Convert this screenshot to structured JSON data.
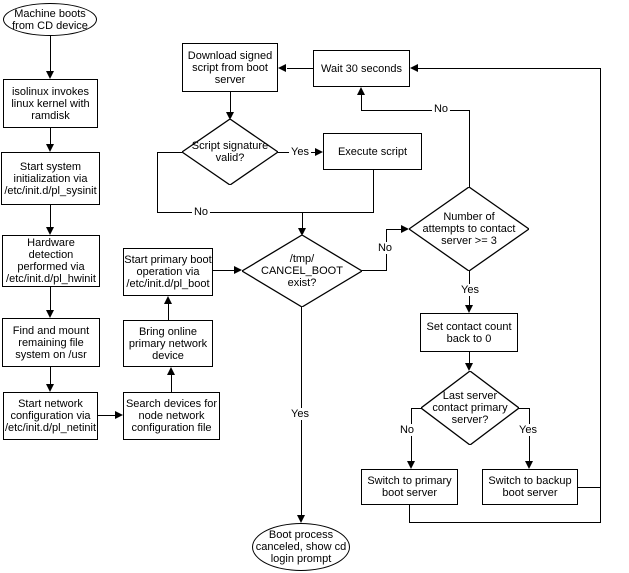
{
  "diagram": {
    "background_color": "#ffffff",
    "line_color": "#000000",
    "text_color": "#000000",
    "nodes": {
      "start": {
        "type": "terminator",
        "label": "Machine boots\nfrom CD device"
      },
      "isolinux": {
        "type": "process",
        "label": "isolinux invokes\nlinux kernel with\nramdisk"
      },
      "sysinit": {
        "type": "process",
        "label": "Start system\ninitialization via\n/etc/init.d/pl_sysinit"
      },
      "hwinit": {
        "type": "process",
        "label": "Hardware\ndetection\nperformed via\n/etc/init.d/pl_hwinit"
      },
      "findmount": {
        "type": "process",
        "label": "Find and mount\nremaining file\nsystem on /usr"
      },
      "netinit": {
        "type": "process",
        "label": "Start network\nconfiguration via\n/etc/init.d/pl_netinit"
      },
      "search": {
        "type": "process",
        "label": "Search devices for\nnode network\nconfiguration file"
      },
      "bringonline": {
        "type": "process",
        "label": "Bring online\nprimary network\ndevice"
      },
      "plboot": {
        "type": "process",
        "label": "Start primary boot\noperation via\n/etc/init.d/pl_boot"
      },
      "download": {
        "type": "process",
        "label": "Download signed\nscript from boot\nserver"
      },
      "wait30": {
        "type": "process",
        "label": "Wait 30 seconds"
      },
      "sigvalid": {
        "type": "decision",
        "label": "Script signature\nvalid?"
      },
      "execute": {
        "type": "process",
        "label": "Execute script"
      },
      "cancelboot": {
        "type": "decision",
        "label": "/tmp/\nCANCEL_BOOT\nexist?"
      },
      "attempts": {
        "type": "decision",
        "label": "Number of\nattempts to contact\nserver >= 3"
      },
      "setcount": {
        "type": "process",
        "label": "Set contact count\nback to 0"
      },
      "lastserver": {
        "type": "decision",
        "label": "Last server\ncontact primary\nserver?"
      },
      "switchprimary": {
        "type": "process",
        "label": "Switch to primary\nboot server"
      },
      "switchbackup": {
        "type": "process",
        "label": "Switch to backup\nboot server"
      },
      "canceled": {
        "type": "terminator",
        "label": "Boot process\ncanceled, show cd\nlogin prompt"
      }
    },
    "edge_labels": {
      "sig_yes": "Yes",
      "sig_no": "No",
      "cancel_yes": "Yes",
      "cancel_no": "No",
      "attempts_yes": "Yes",
      "attempts_no": "No",
      "last_no": "No",
      "last_yes": "Yes"
    }
  }
}
